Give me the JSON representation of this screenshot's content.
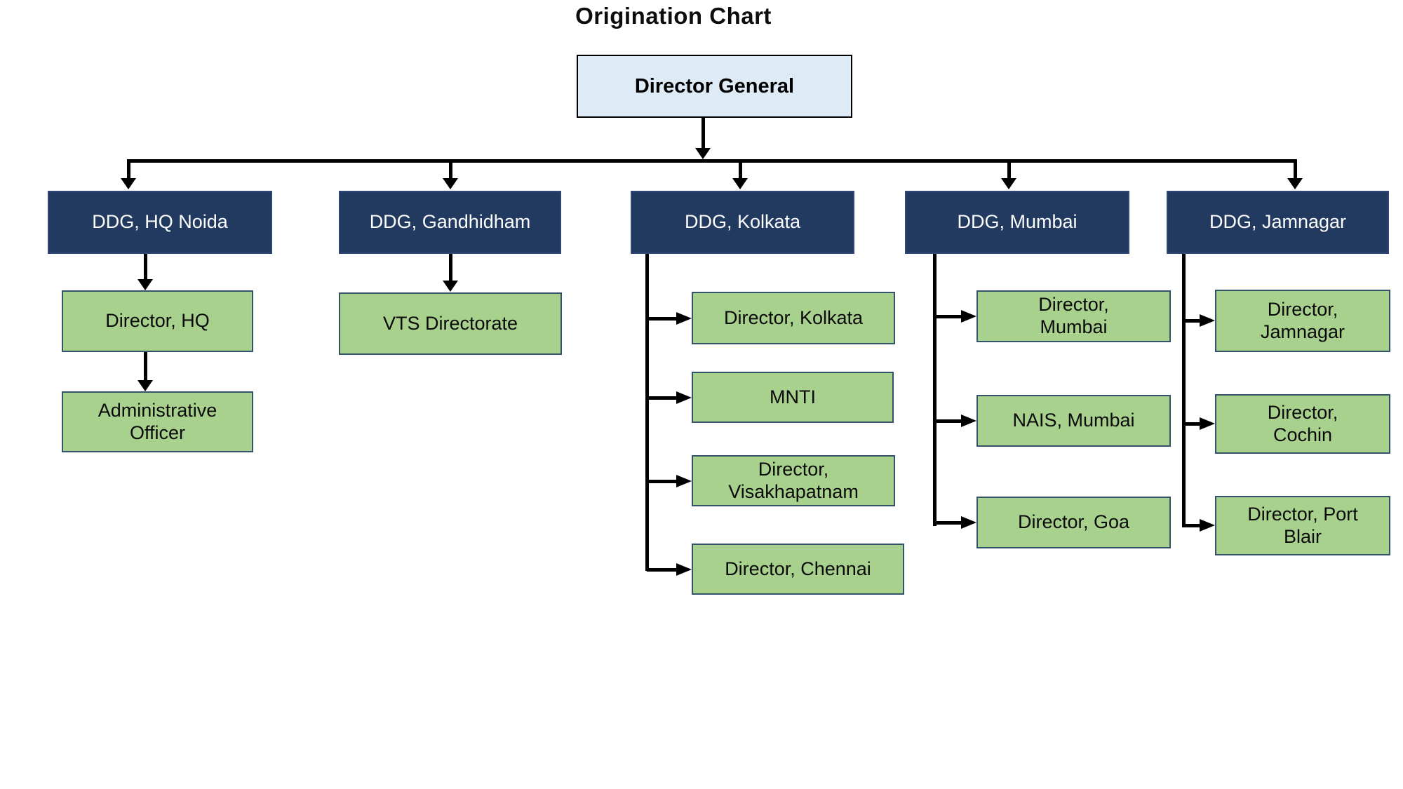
{
  "title": "Origination Chart",
  "chart": {
    "root": {
      "label": "Director General"
    },
    "branches": [
      {
        "label": "DDG, HQ Noida",
        "children": [
          {
            "label": "Director, HQ"
          },
          {
            "label": "Administrative\nOfficer"
          }
        ]
      },
      {
        "label": "DDG, Gandhidham",
        "children": [
          {
            "label": "VTS Directorate"
          }
        ]
      },
      {
        "label": "DDG, Kolkata",
        "children": [
          {
            "label": "Director, Kolkata"
          },
          {
            "label": "MNTI"
          },
          {
            "label": "Director,\nVisakhapatnam"
          },
          {
            "label": "Director, Chennai"
          }
        ]
      },
      {
        "label": "DDG, Mumbai",
        "children": [
          {
            "label": "Director,\nMumbai"
          },
          {
            "label": "NAIS, Mumbai"
          },
          {
            "label": "Director, Goa"
          }
        ]
      },
      {
        "label": "DDG, Jamnagar",
        "children": [
          {
            "label": "Director,\nJamnagar"
          },
          {
            "label": "Director,\nCochin"
          },
          {
            "label": "Director, Port\nBlair"
          }
        ]
      }
    ]
  },
  "colors": {
    "root_fill": "#DEEAF6",
    "root_border": "#000000",
    "level1_fill": "#223A60",
    "level1_text": "#FDFDFD",
    "child_fill": "#A9D18E",
    "child_border": "#33536B",
    "connector": "#000000",
    "background": "#FFFFFF"
  }
}
